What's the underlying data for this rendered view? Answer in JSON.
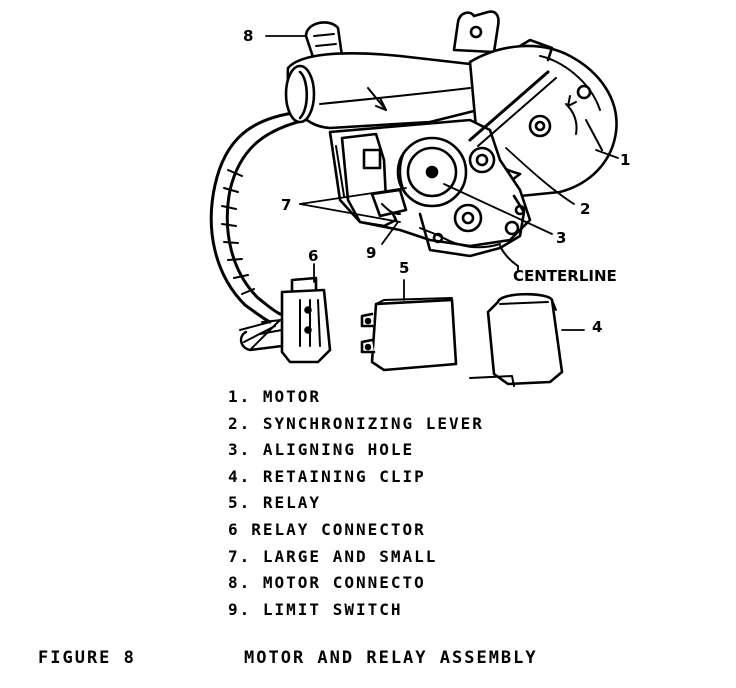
{
  "callouts": {
    "c1": "1",
    "c2": "2",
    "c3": "3",
    "c4": "4",
    "c5": "5",
    "c6": "6",
    "c7": "7",
    "c8": "8",
    "c9": "9",
    "centerline": "CENTERLINE"
  },
  "legend": [
    "1. MOTOR",
    "2. SYNCHRONIZING LEVER",
    "3. ALIGNING HOLE",
    "4. RETAINING CLIP",
    "5. RELAY",
    "6  RELAY CONNECTOR",
    "7. LARGE AND SMALL",
    "8. MOTOR CONNECTO",
    "9. LIMIT SWITCH"
  ],
  "caption": {
    "figure": "FIGURE 8",
    "title": "MOTOR AND RELAY ASSEMBLY"
  }
}
